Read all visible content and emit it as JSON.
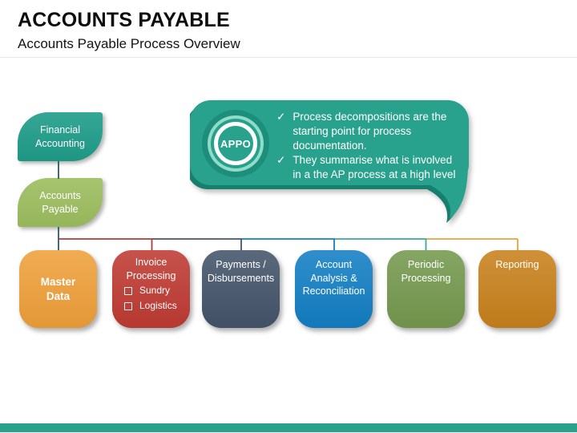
{
  "slide": {
    "title": "ACCOUNTS PAYABLE",
    "subtitle": "Accounts Payable Process Overview"
  },
  "hierarchy": {
    "parent": {
      "label": "Financial Accounting",
      "color": "#1F9C89"
    },
    "child": {
      "label": "Accounts Payable",
      "color": "#9CBD5E"
    }
  },
  "connectors": {
    "trunk": "#2F5B66",
    "segments": [
      "#B23A34",
      "#44546A",
      "#147CBF",
      "#3AA79B",
      "#E9A23C"
    ]
  },
  "callout": {
    "badge": "APPO",
    "color": "#29A28D",
    "shadow_color": "#177F6D",
    "check_glyph": "✓",
    "points": [
      "Process decompositions are the starting point for process documentation.",
      "They summarise what is involved in a the AP process at a high level"
    ]
  },
  "boxes": [
    {
      "label": "Master Data",
      "color": "#EFA03A"
    },
    {
      "label": "Invoice Processing",
      "color": "#BF3B33",
      "items": [
        "Sundry",
        "Logistics"
      ]
    },
    {
      "label": "Payments / Disbursements",
      "color": "#44546A"
    },
    {
      "label": "Account Analysis & Reconciliation",
      "color": "#137FC4"
    },
    {
      "label": "Periodic Processing",
      "color": "#75994E"
    },
    {
      "label": "Reporting",
      "color": "#C8811C"
    }
  ],
  "footer": {
    "bar_color": "#2AA18C"
  }
}
